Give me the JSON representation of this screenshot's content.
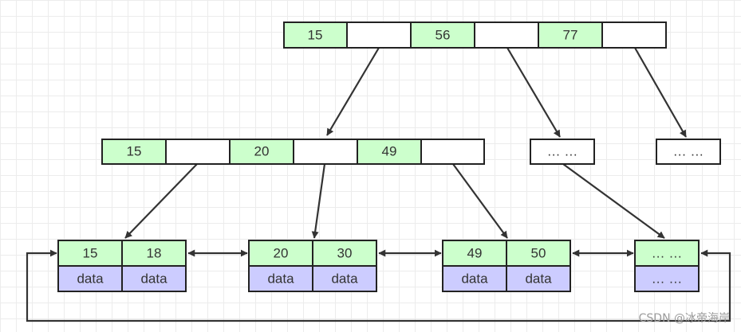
{
  "root": {
    "keys": [
      "15",
      "56",
      "77"
    ]
  },
  "level2": {
    "keys": [
      "15",
      "20",
      "49"
    ]
  },
  "ellipsis_nodes": [
    "… …",
    "… …"
  ],
  "leaves": [
    {
      "keys": [
        "15",
        "18"
      ],
      "data": [
        "data",
        "data"
      ]
    },
    {
      "keys": [
        "20",
        "30"
      ],
      "data": [
        "data",
        "data"
      ]
    },
    {
      "keys": [
        "49",
        "50"
      ],
      "data": [
        "data",
        "data"
      ]
    },
    {
      "keys": [
        "… …"
      ],
      "data": [
        "… …"
      ]
    }
  ],
  "watermark": "CSDN @冰帝海岸",
  "colors": {
    "key_fill": "#ccffcc",
    "data_fill": "#ccccff",
    "pointer_fill": "#ffffff",
    "line": "#333333"
  }
}
